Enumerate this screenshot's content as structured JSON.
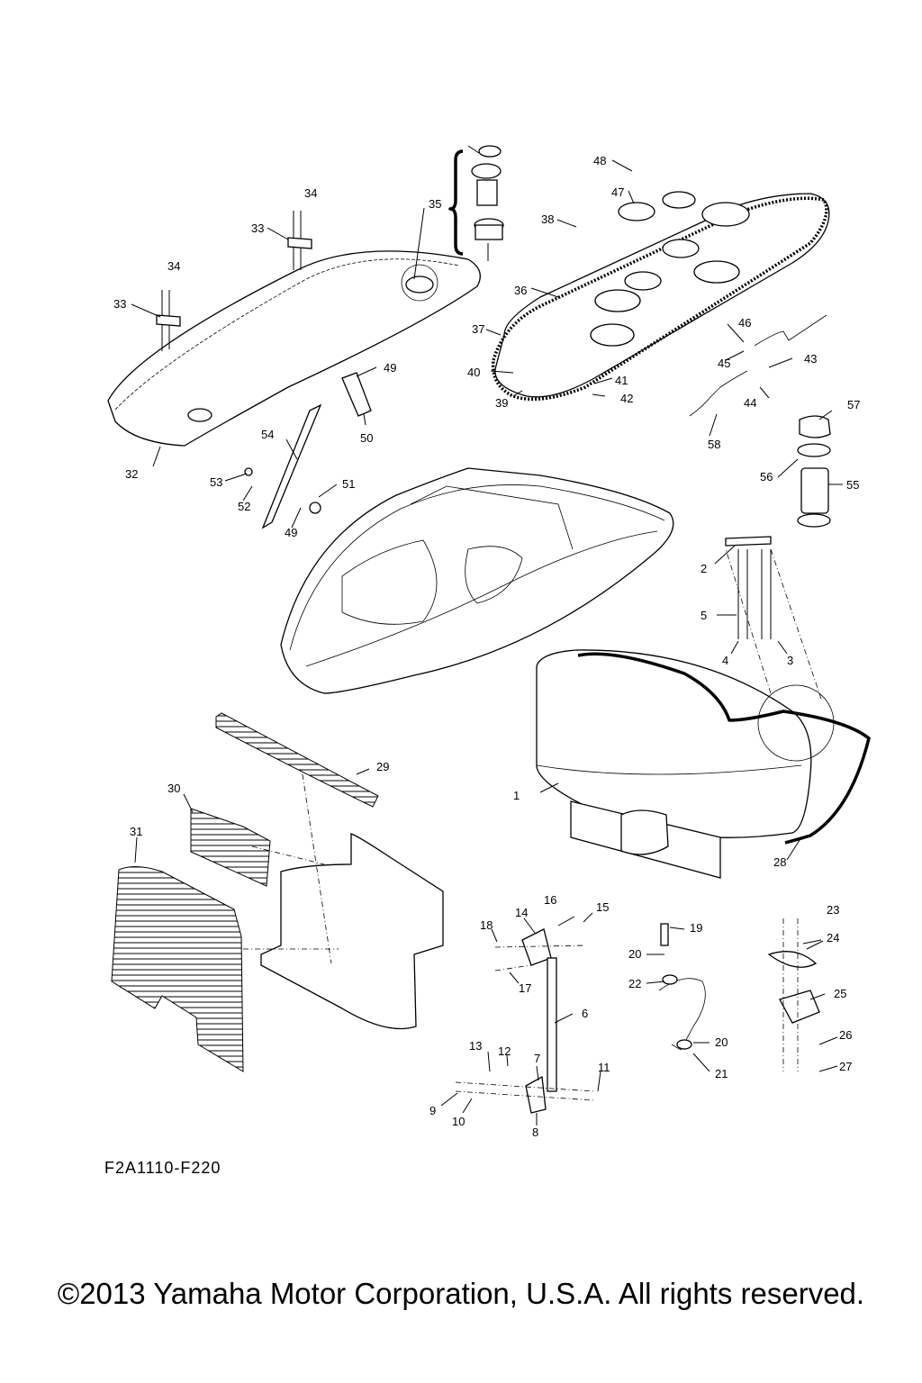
{
  "diagram": {
    "part_numbers": [
      "1",
      "2",
      "3",
      "4",
      "5",
      "6",
      "7",
      "8",
      "9",
      "10",
      "11",
      "12",
      "13",
      "14",
      "15",
      "16",
      "17",
      "18",
      "19",
      "20",
      "20",
      "21",
      "22",
      "23",
      "24",
      "25",
      "26",
      "27",
      "28",
      "29",
      "30",
      "31",
      "32",
      "33",
      "33",
      "34",
      "34",
      "35",
      "36",
      "37",
      "38",
      "39",
      "40",
      "41",
      "42",
      "43",
      "44",
      "45",
      "46",
      "47",
      "48",
      "49",
      "49",
      "50",
      "51",
      "52",
      "53",
      "54",
      "55",
      "56",
      "57",
      "58"
    ],
    "diagram_code": "F2A1110-F220"
  },
  "footer": {
    "copyright": "©2013 Yamaha Motor Corporation, U.S.A. All rights reserved."
  }
}
